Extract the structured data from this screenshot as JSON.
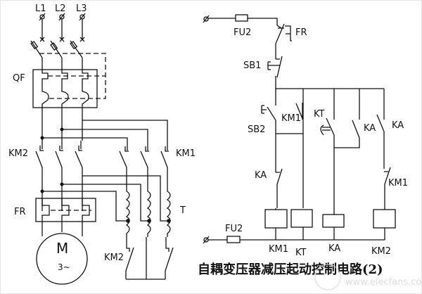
{
  "diagram": {
    "title": "自耦变压器减压起动控制电路(2)",
    "watermark": "www.elecfans.com",
    "main_circuit": {
      "phases": [
        "L1",
        "L2",
        "L3"
      ],
      "breaker": "QF",
      "contactor_left": "KM2",
      "contactor_right": "KM1",
      "overload_relay": "FR",
      "motor": {
        "label": "M",
        "type": "3~"
      },
      "transformer": "T",
      "star_contactor": "KM2"
    },
    "control_circuit": {
      "fuse_top": "FU2",
      "fuse_bottom": "FU2",
      "fr_contact": "FR",
      "stop_button": "SB1",
      "start_button": "SB2",
      "km1_hold": "KM1",
      "ka_nc_1": "KA",
      "kt_contact": "KT",
      "ka_no_2": "KA",
      "ka_no_3": "KA",
      "km1_nc": "KM1",
      "coils": [
        "KM1",
        "KT",
        "KA",
        "KM2"
      ]
    }
  }
}
